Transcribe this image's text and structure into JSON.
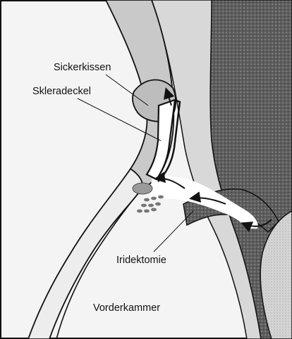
{
  "labels": {
    "sickerkissen": "Sickerkissen",
    "skleradeckel": "Skleradeckel",
    "iridektomie": "Iridektomie",
    "vorderkammer": "Vorderkammer"
  },
  "colors": {
    "background": "#f4f4f4",
    "sclera": "#c9c9c9",
    "iris_tissue": "#5e5e5e",
    "outline": "#111111",
    "channel": "#ffffff"
  }
}
